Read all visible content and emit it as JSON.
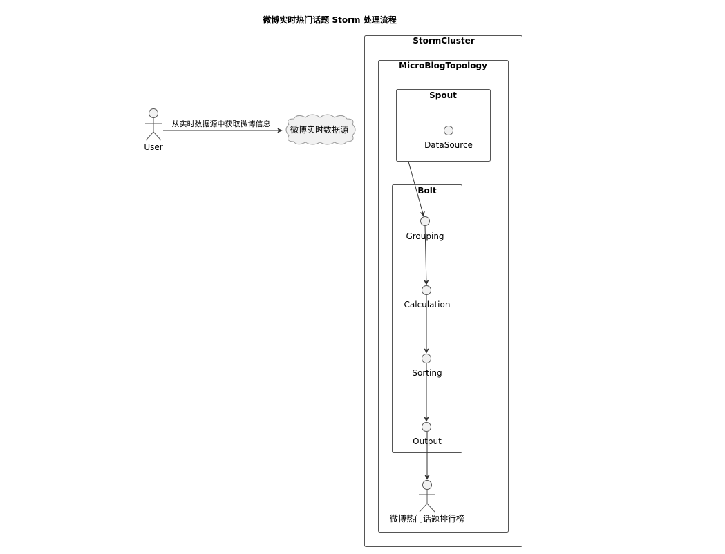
{
  "title": "微博实时热门话题 Storm 处理流程",
  "actor_user": "User",
  "edge_user_source": "从实时数据源中获取微博信息",
  "cloud_source": "微博实时数据源",
  "cluster": "StormCluster",
  "topology": "MicroBlogTopology",
  "spout": {
    "title": "Spout",
    "component": "DataSource"
  },
  "bolt": {
    "title": "Bolt",
    "components": [
      "Grouping",
      "Calculation",
      "Sorting",
      "Output"
    ]
  },
  "actor_ranking": "微博热门话题排行榜"
}
